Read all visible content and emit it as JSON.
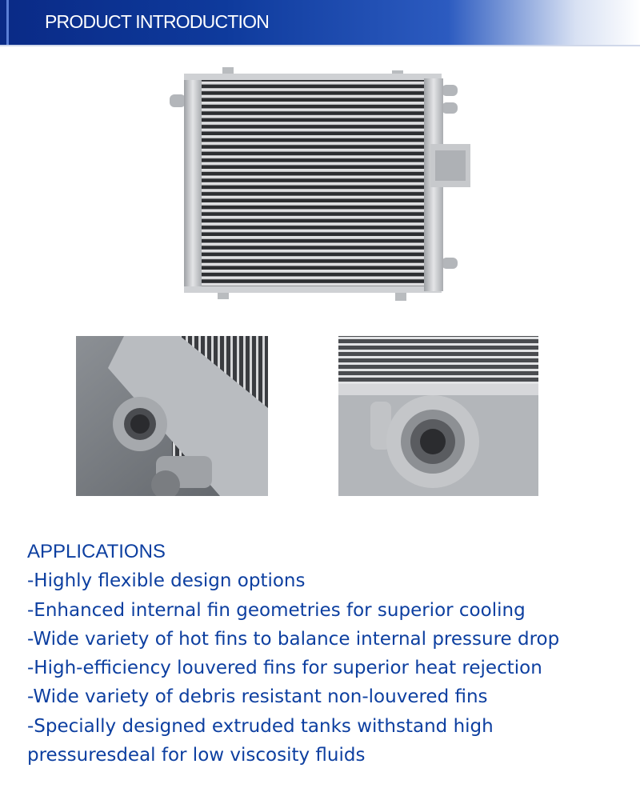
{
  "header": {
    "title": "PRODUCT INTRODUCTION"
  },
  "applications": {
    "heading": "APPLICATIONS",
    "lines": [
      "-Highly flexible design options",
      "-Enhanced internal fin geometries for superior cooling",
      "-Wide variety of hot fins to balance internal pressure drop",
      "-High-efficiency louvered fins for superior heat rejection",
      "-Wide variety of debris resistant non-louvered fins",
      "-Specially designed extruded tanks withstand high",
      "pressuresdeal for low viscosity fluids"
    ]
  },
  "colors": {
    "header_blue": "#0e3a9c",
    "text_blue": "#0d3fa0",
    "metal": "#c4c6c9"
  }
}
